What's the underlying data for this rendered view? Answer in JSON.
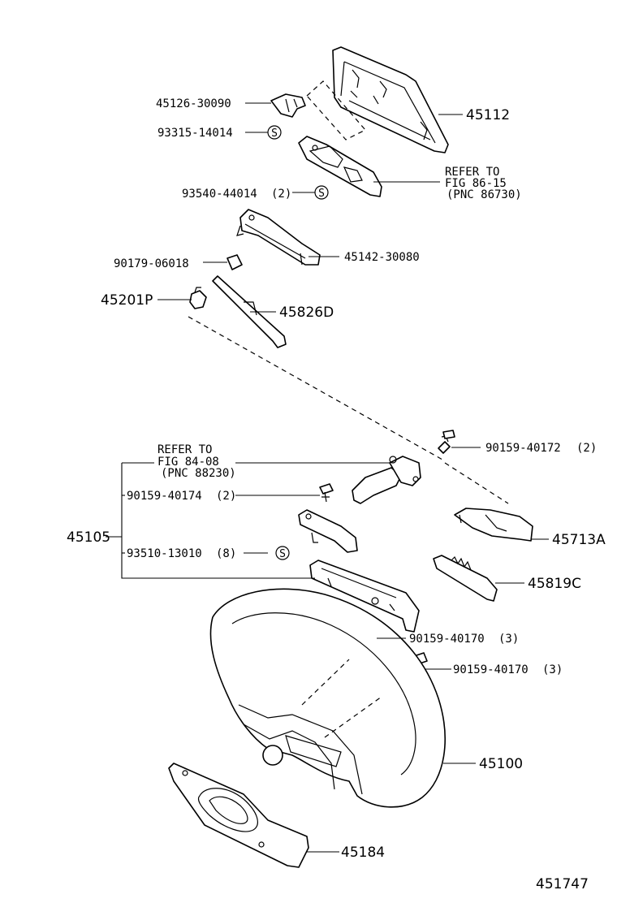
{
  "parts": {
    "p45126": "45126-30090",
    "p93315": "93315-14014",
    "p93540": "93540-44014",
    "p93540_qty": "(2)",
    "p45112": "45112",
    "refer_86_line1": "REFER TO",
    "refer_86_line2": "FIG 86-15",
    "refer_86_line3": "(PNC 86730)",
    "p45142": "45142-30080",
    "p90179": "90179-06018",
    "p45201": "45201P",
    "p45826": "45826D",
    "refer_84_line1": "REFER TO",
    "refer_84_line2": "FIG 84-08",
    "refer_84_line3": "(PNC 88230)",
    "p90159_40172": "90159-40172",
    "p90159_40172_qty": "(2)",
    "p90159_40174": "90159-40174",
    "p90159_40174_qty": "(2)",
    "p45105": "45105",
    "p45713": "45713A",
    "p93510": "93510-13010",
    "p93510_qty": "(8)",
    "p45819": "45819C",
    "p90159_40170_a": "90159-40170",
    "p90159_40170_a_qty": "(3)",
    "p90159_40170_b": "90159-40170",
    "p90159_40170_b_qty": "(3)",
    "p45100": "45100",
    "p45184": "45184",
    "diagram_id": "451747",
    "s_symbol": "S"
  }
}
